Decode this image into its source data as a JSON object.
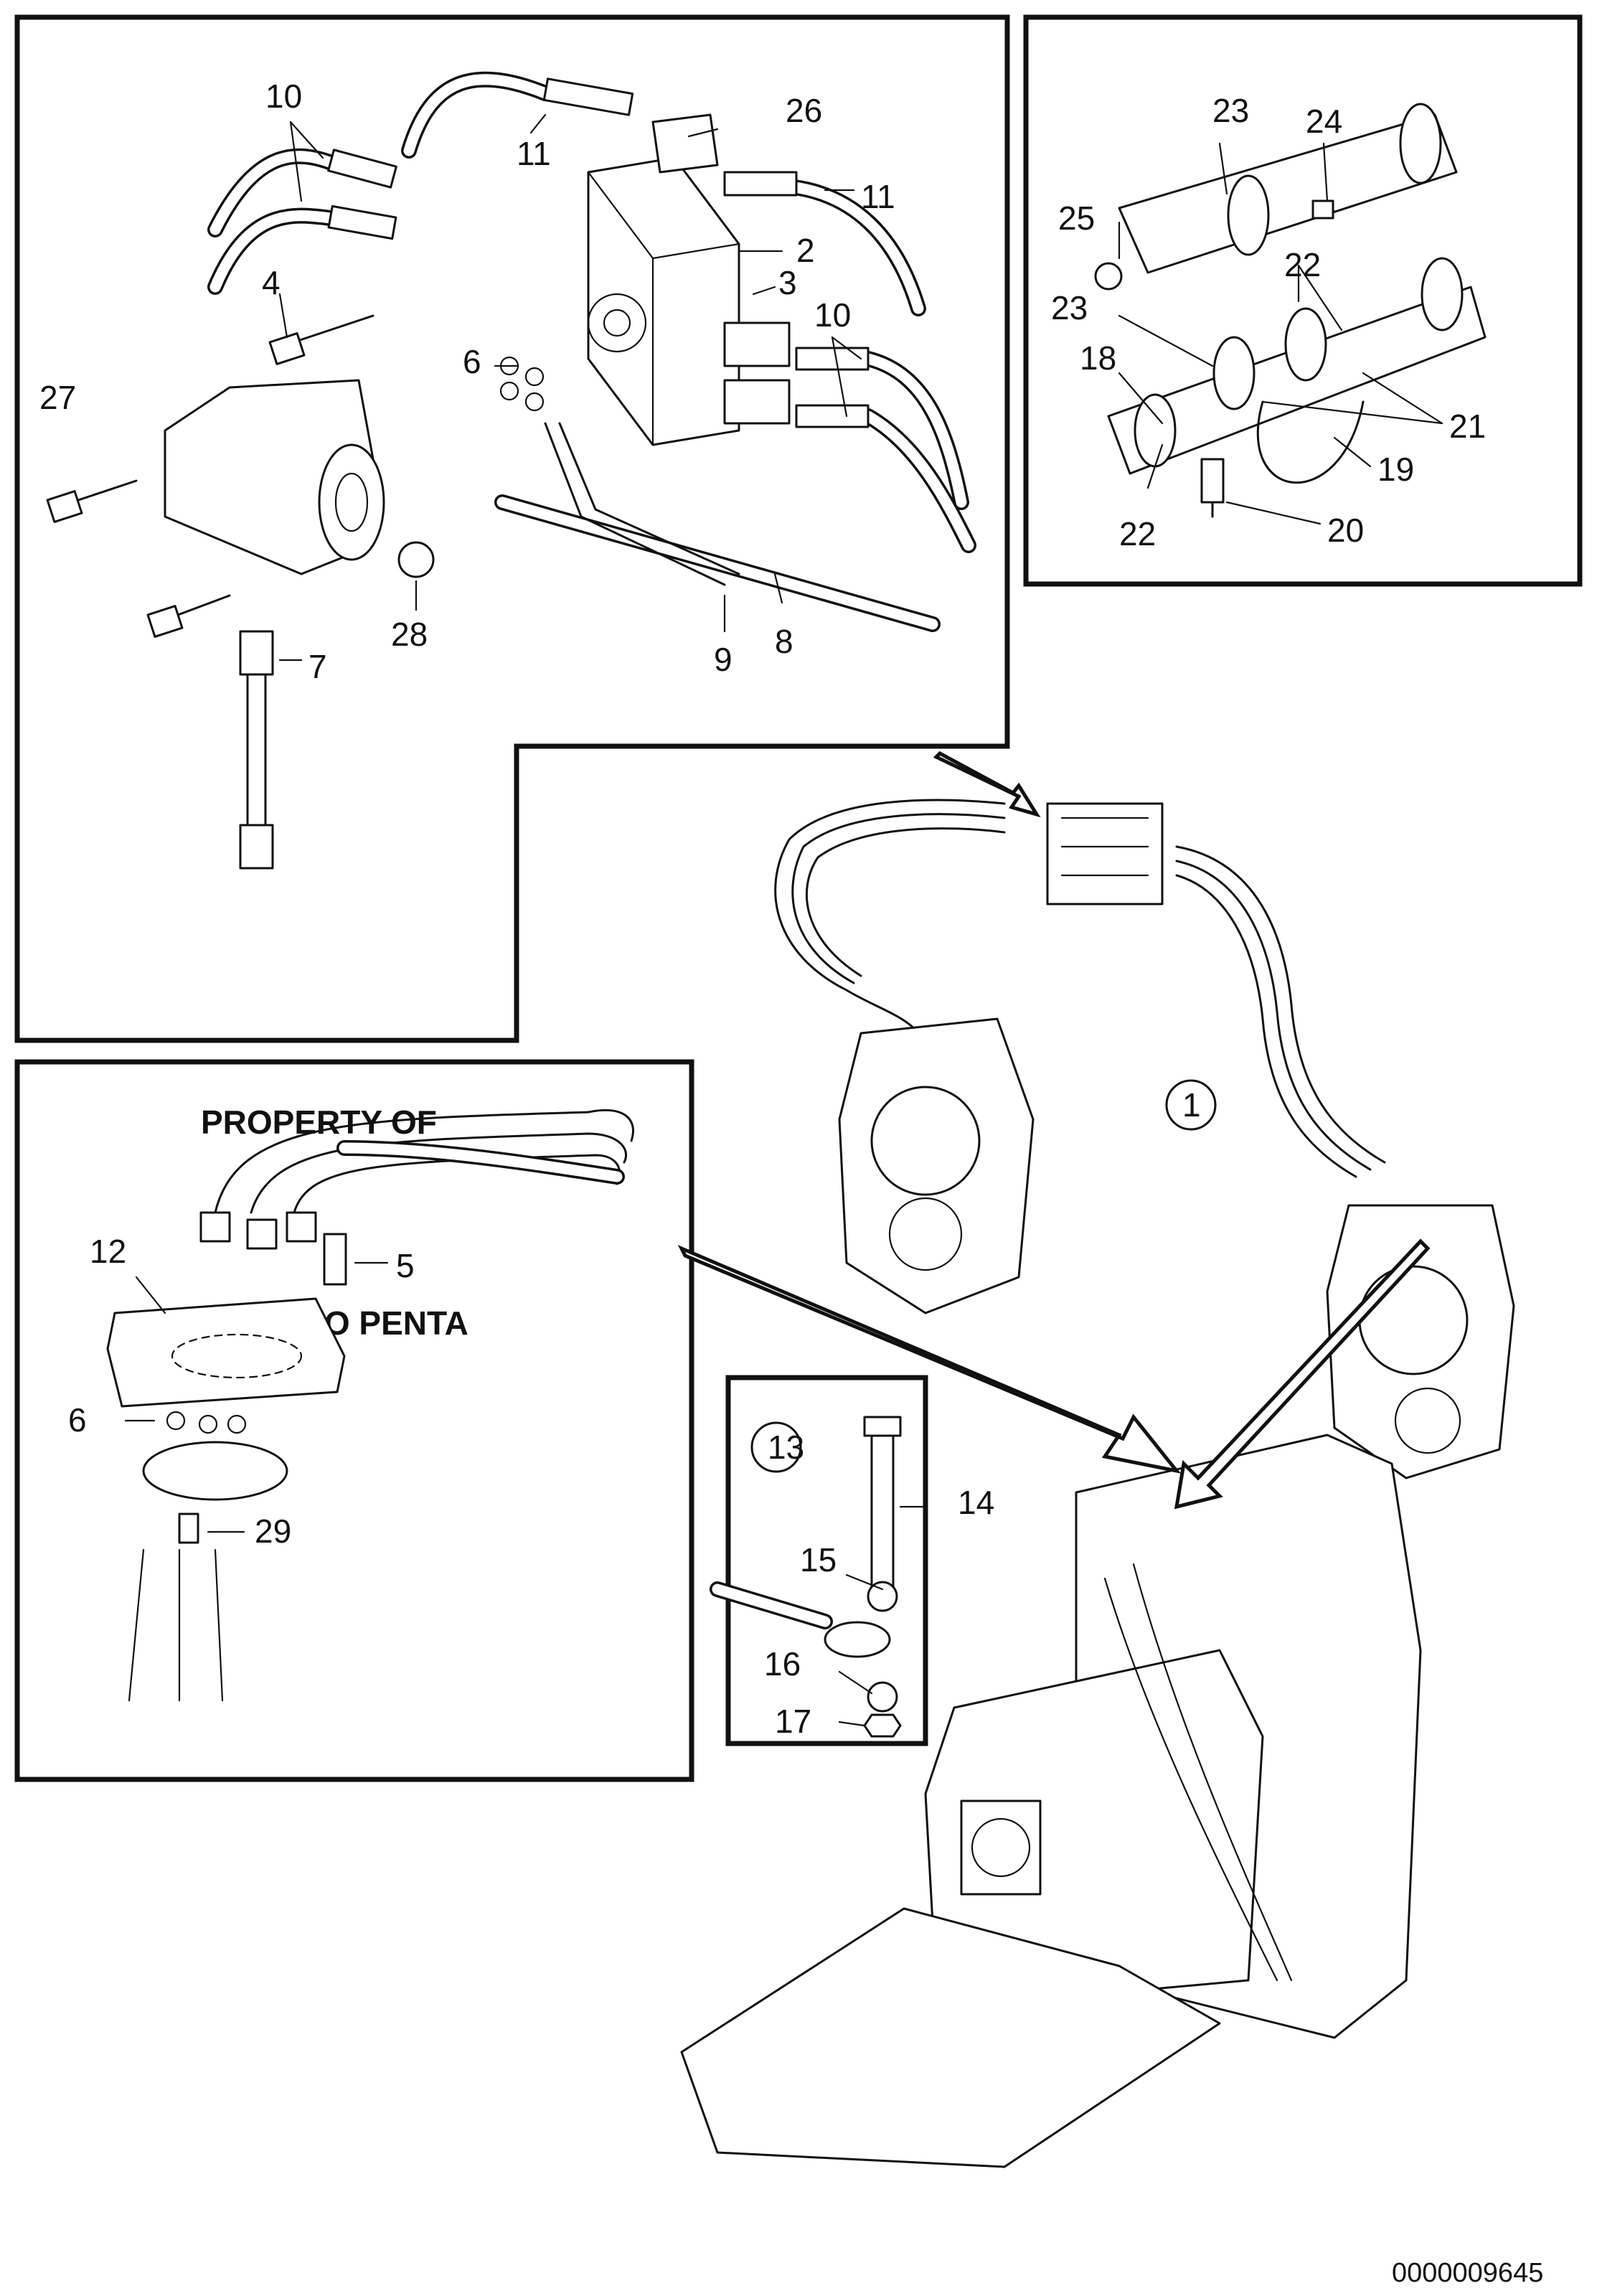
{
  "watermark": {
    "line1": "PROPERTY OF",
    "line2": "VOLVO PENTA"
  },
  "drawing_number": "0000009645",
  "callouts": {
    "c10a": "10",
    "c11a": "11",
    "c26": "26",
    "c11b": "11",
    "c2": "2",
    "c3": "3",
    "c10b": "10",
    "c4": "4",
    "c6a": "6",
    "c27": "27",
    "c7": "7",
    "c28": "28",
    "c9": "9",
    "c8": "8",
    "c23a": "23",
    "c24": "24",
    "c25": "25",
    "c22a": "22",
    "c23b": "23",
    "c18": "18",
    "c21": "21",
    "c19": "19",
    "c22b": "22",
    "c20": "20",
    "c1": "1",
    "c12": "12",
    "c5": "5",
    "c6b": "6",
    "c29": "29",
    "c13": "13",
    "c14": "14",
    "c15": "15",
    "c16": "16",
    "c17": "17"
  }
}
